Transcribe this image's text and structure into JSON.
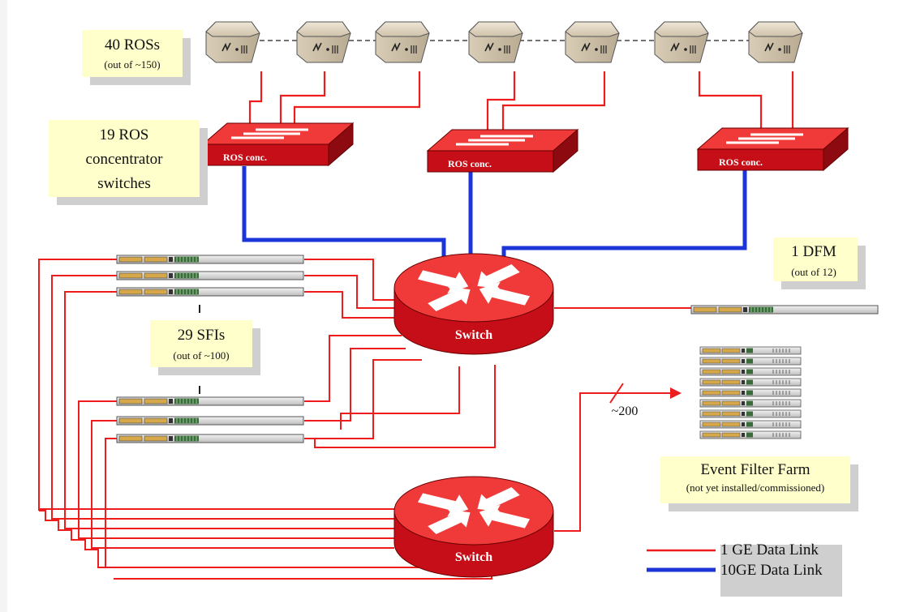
{
  "diagram": {
    "ros_label": {
      "title": "40 ROSs",
      "subtitle": "(out of ~150)"
    },
    "conc_label": {
      "line1": "19 ROS",
      "line2": "concentrator",
      "line3": "switches"
    },
    "conc_switch_label": "ROS conc.",
    "sfi_label": {
      "title": "29 SFIs",
      "subtitle": "(out of ~100)"
    },
    "dfm_label": {
      "title": "1 DFM",
      "subtitle": "(out of 12)"
    },
    "switch_label": "Switch",
    "ef_link_count": "~200",
    "ef_label": {
      "title": "Event Filter Farm",
      "subtitle": "(not yet installed/commissioned)"
    },
    "legend": [
      {
        "label": "1 GE Data Link",
        "color": "#ee1c1c"
      },
      {
        "label": "10GE Data Link",
        "color": "#1c35d8"
      }
    ],
    "colors": {
      "red_link": "#ee1c1c",
      "blue_link": "#1c35d8",
      "switch_red": "#e0101a",
      "label_bg": "#ffffcc"
    }
  }
}
